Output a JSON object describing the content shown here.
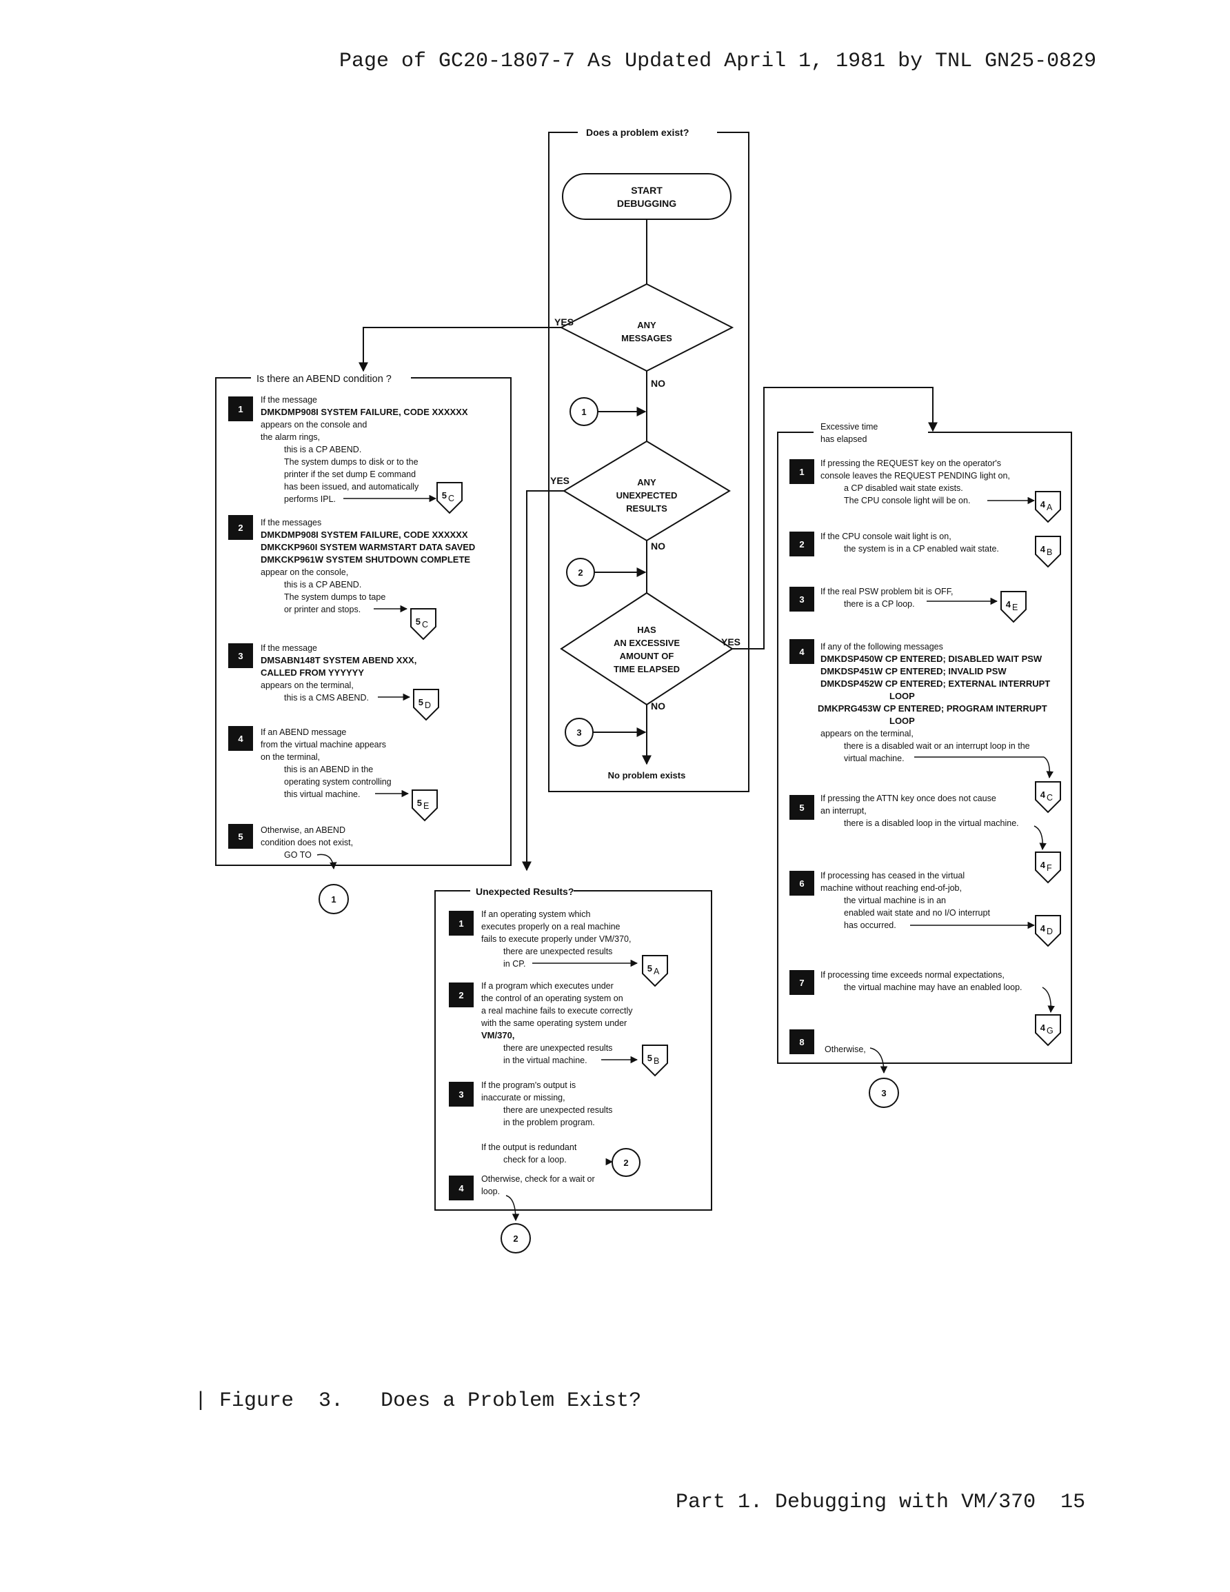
{
  "page": {
    "header": "Page of GC20-1807-7 As Updated April 1, 1981 by TNL GN25-0829",
    "caption_bar": "|",
    "caption_label": "Figure  3.",
    "caption_title": "Does a Problem Exist?",
    "footer_text": "Part 1. Debugging with VM/370",
    "page_number": "15"
  },
  "main": {
    "title": "Does a problem exist?",
    "start": [
      "START",
      "DEBUGGING"
    ],
    "d1": [
      "ANY",
      "MESSAGES"
    ],
    "d2": [
      "ANY",
      "UNEXPECTED",
      "RESULTS"
    ],
    "d3": [
      "HAS",
      "AN EXCESSIVE",
      "AMOUNT OF",
      "TIME ELAPSED"
    ],
    "yes": "YES",
    "no": "NO",
    "end": "No problem exists",
    "conn1": "1",
    "conn2": "2",
    "conn3": "3"
  },
  "abend": {
    "title": "Is there an ABEND condition ?",
    "n1": "1",
    "n2": "2",
    "n3": "3",
    "n4": "4",
    "n5": "5",
    "i1": [
      "If the message",
      "DMKDMP908I SYSTEM FAILURE, CODE XXXXXX",
      "appears on the console and",
      "the alarm rings,",
      "this is a CP ABEND.",
      "The system dumps to disk or to the",
      "printer if the set dump E command",
      "has been issued, and automatically",
      "performs IPL."
    ],
    "i1_ref": "5",
    "i1_sub": "C",
    "i2": [
      "If the messages",
      "DMKDMP908I SYSTEM FAILURE, CODE XXXXXX",
      "DMKCKP960I SYSTEM WARMSTART DATA SAVED",
      "DMKCKP961W SYSTEM SHUTDOWN COMPLETE",
      "appear on the console,",
      "this is a CP ABEND.",
      "The system dumps to tape",
      "or printer and stops."
    ],
    "i2_ref": "5",
    "i2_sub": "C",
    "i3": [
      "If the message",
      "DMSABN148T SYSTEM ABEND XXX,",
      "CALLED FROM YYYYYY",
      "appears on the terminal,",
      "this is a CMS ABEND."
    ],
    "i3_ref": "5",
    "i3_sub": "D",
    "i4": [
      "If an ABEND message",
      "from the virtual machine appears",
      "on the terminal,",
      "this is an ABEND in the",
      "operating system controlling",
      "this virtual machine."
    ],
    "i4_ref": "5",
    "i4_sub": "E",
    "i5": [
      "Otherwise, an ABEND",
      "condition does not exist,",
      "GO TO"
    ],
    "goto": "1"
  },
  "unexpected": {
    "title": "Unexpected Results?",
    "n1": "1",
    "n2": "2",
    "n3": "3",
    "n4": "4",
    "i1": [
      "If an operating system which",
      "executes properly on a real machine",
      "fails to execute properly under VM/370,",
      "there are unexpected results",
      "in CP."
    ],
    "i1_ref": "5",
    "i1_sub": "A",
    "i2": [
      "If a program which executes under",
      "the control of an operating system on",
      "a real machine fails to execute correctly",
      "with the same operating system under",
      "VM/370,",
      "there are unexpected results",
      "in the virtual machine."
    ],
    "i2_ref": "5",
    "i2_sub": "B",
    "i3": [
      "If the program's output is",
      "inaccurate or missing,",
      "there are unexpected results",
      "in the problem program.",
      "If the output is redundant",
      "check for a loop."
    ],
    "i3_conn": "2",
    "i4": [
      "Otherwise, check for a wait or",
      "loop."
    ],
    "goto": "2"
  },
  "excessive": {
    "title": [
      "Excessive time",
      "has elapsed"
    ],
    "n1": "1",
    "n2": "2",
    "n3": "3",
    "n4": "4",
    "n5": "5",
    "n6": "6",
    "n7": "7",
    "n8": "8",
    "i1": [
      "If pressing the REQUEST key on the operator's",
      "console leaves the REQUEST PENDING light on,",
      "a CP disabled wait state exists.",
      "The CPU console light will be on."
    ],
    "i1_ref": "4",
    "i1_sub": "A",
    "i2": [
      "If the CPU console wait light is on,",
      "the system is in a CP enabled wait state."
    ],
    "i2_ref": "4",
    "i2_sub": "B",
    "i3": [
      "If the real PSW problem bit is OFF,",
      "there is a CP loop."
    ],
    "i3_ref": "4",
    "i3_sub": "E",
    "i4": [
      "If any of the following messages",
      "DMKDSP450W CP ENTERED; DISABLED WAIT PSW",
      "DMKDSP451W CP ENTERED; INVALID PSW",
      "DMKDSP452W CP ENTERED; EXTERNAL INTERRUPT",
      "LOOP",
      "DMKPRG453W CP ENTERED; PROGRAM INTERRUPT",
      "LOOP",
      "appears on the terminal,",
      "there is a disabled wait or an interrupt loop in the",
      "virtual machine."
    ],
    "i4_ref": "4",
    "i4_sub": "C",
    "i5": [
      "If pressing the ATTN key once does not cause",
      "an interrupt,",
      "there is a disabled loop in the virtual machine."
    ],
    "i5_ref": "4",
    "i5_sub": "F",
    "i6": [
      "If processing has ceased in the virtual",
      "machine without reaching end-of-job,",
      "the virtual machine is in an",
      "enabled wait state and no I/O interrupt",
      "has occurred."
    ],
    "i6_ref": "4",
    "i6_sub": "D",
    "i7": [
      "If processing time exceeds normal expectations,",
      "the virtual machine may have an enabled loop."
    ],
    "i7_ref": "4",
    "i7_sub": "G",
    "i8": [
      "Otherwise,"
    ],
    "goto": "3"
  }
}
